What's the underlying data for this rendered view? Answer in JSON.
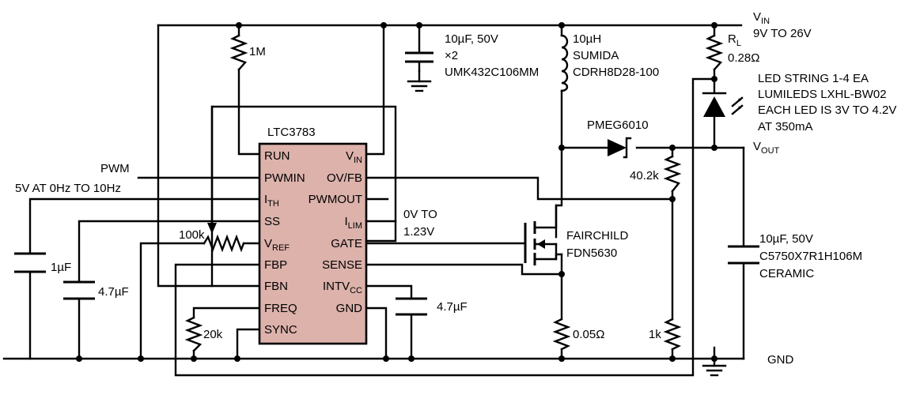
{
  "colors": {
    "ic_fill": "#dcb2ab",
    "wire": "#000000"
  },
  "ic": {
    "name": "LTC3783",
    "pins_left": [
      {
        "main": "RUN",
        "sub": ""
      },
      {
        "main": "PWMIN",
        "sub": ""
      },
      {
        "main": "I",
        "sub": "TH"
      },
      {
        "main": "SS",
        "sub": ""
      },
      {
        "main": "V",
        "sub": "REF"
      },
      {
        "main": "FBP",
        "sub": ""
      },
      {
        "main": "FBN",
        "sub": ""
      },
      {
        "main": "FREQ",
        "sub": ""
      },
      {
        "main": "SYNC",
        "sub": ""
      }
    ],
    "pins_right": [
      {
        "main": "V",
        "sub": "IN"
      },
      {
        "main": "OV/FB",
        "sub": ""
      },
      {
        "main": "PWMOUT",
        "sub": ""
      },
      {
        "main": "I",
        "sub": "LIM"
      },
      {
        "main": "GATE",
        "sub": ""
      },
      {
        "main": "SENSE",
        "sub": ""
      },
      {
        "main": "INTV",
        "sub": "CC"
      },
      {
        "main": "GND",
        "sub": ""
      }
    ]
  },
  "labels": {
    "vin": {
      "main": "V",
      "sub": "IN"
    },
    "vin_range": "9V TO 26V",
    "vout": {
      "main": "V",
      "sub": "OUT"
    },
    "gnd": "GND",
    "pwm": "PWM",
    "pwm_spec": "5V AT 0Hz TO 10Hz",
    "r_1m": "1M",
    "cin_1": "10µF, 50V",
    "cin_2": "×2",
    "cin_3": "UMK432C106MM",
    "l_1": "10µH",
    "l_2": "SUMIDA",
    "l_3": "CDRH8D28-100",
    "rl": {
      "main": "R",
      "sub": "L"
    },
    "rl_val": "0.28Ω",
    "led_1": "LED STRING 1-4 EA",
    "led_2": "LUMILEDS LXHL-BW02",
    "led_3": "EACH LED IS 3V TO 4.2V",
    "led_4": "AT 350mA",
    "diode": "PMEG6010",
    "r_402k": "40.2k",
    "ilim_1": "0V TO",
    "ilim_2": "1.23V",
    "pot": "100k",
    "fet_1": "FAIRCHILD",
    "fet_2": "FDN5630",
    "c_1u": "1µF",
    "c_47u_a": "4.7µF",
    "c_47u_b": "4.7µF",
    "r_20k": "20k",
    "r_sense": "0.05Ω",
    "r_1k": "1k",
    "cout_1": "10µF, 50V",
    "cout_2": "C5750X7R1H106M",
    "cout_3": "CERAMIC"
  }
}
